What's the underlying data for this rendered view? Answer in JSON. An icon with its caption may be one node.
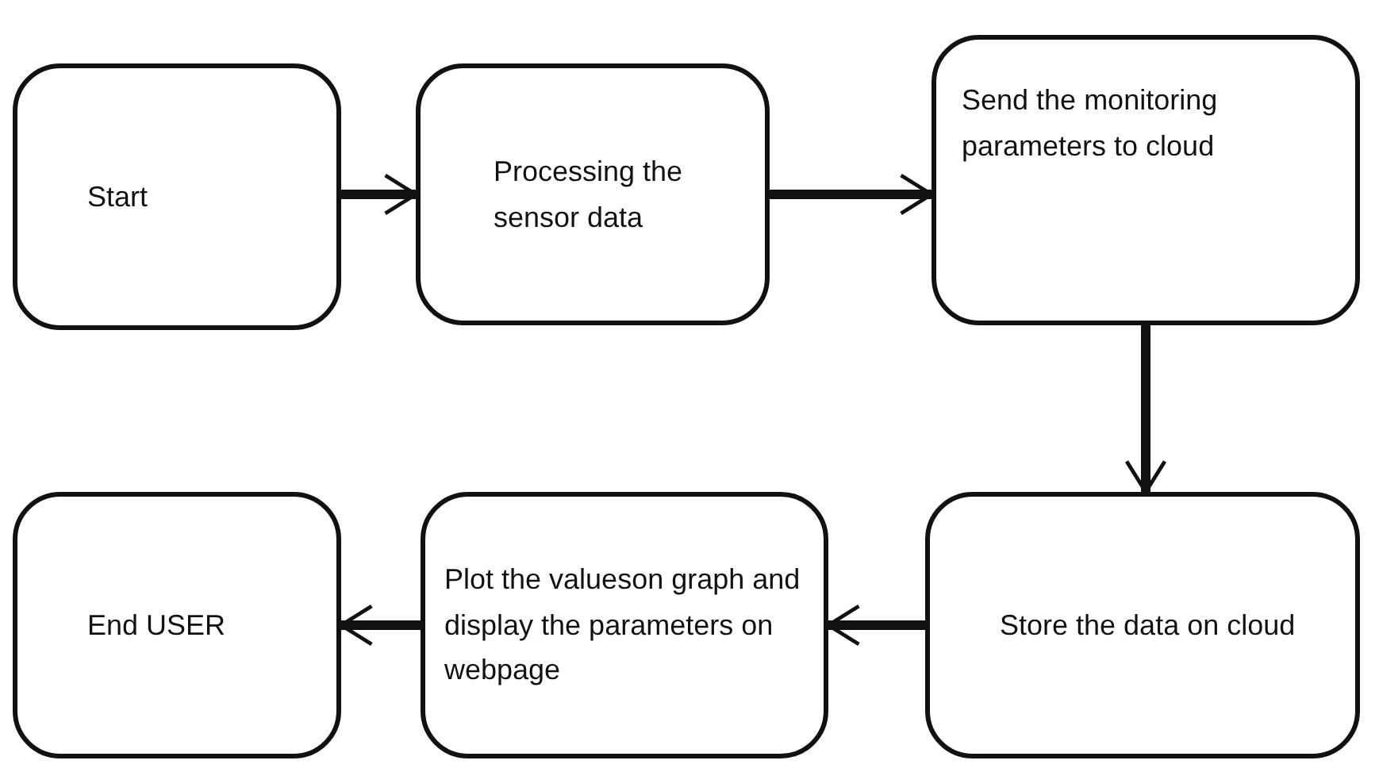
{
  "diagram": {
    "nodes": [
      {
        "text": [
          "Start"
        ]
      },
      {
        "text": [
          "Processing the sensor data"
        ]
      },
      {
        "text": [
          "Send the monitoring parameters to cloud"
        ]
      },
      {
        "text": [
          "Store the data on cloud"
        ]
      },
      {
        "text": [
          "Plot the valueson graph and display the parameters on webpage"
        ]
      },
      {
        "text": [
          "End USER"
        ]
      }
    ],
    "edges": [
      {
        "from": 0,
        "to": 1,
        "arrow": "to"
      },
      {
        "from": 1,
        "to": 2,
        "arrow": "to"
      },
      {
        "from": 2,
        "to": 3,
        "arrow": "to"
      },
      {
        "from": 3,
        "to": 4,
        "arrow": "to"
      },
      {
        "from": 4,
        "to": 5,
        "arrow": "to"
      }
    ]
  }
}
